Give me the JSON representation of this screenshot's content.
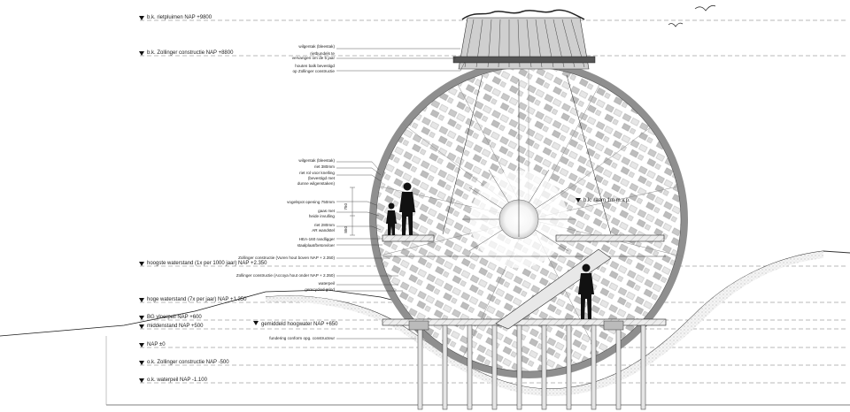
{
  "levels": {
    "rietpluimen": "b.k. rietpluimen NAP +9800",
    "zollinger_top": "b.k. Zollinger constructie NAP +8800",
    "hoogste_waterstand": "hoogste waterstand (1x per 1000 jaar) NAP +2.350",
    "hoge_waterstand": "hoge waterstand (7x per jaar) NAP +1.350",
    "bg_vloerpeil": "BG vloerpeil NAP +600",
    "middenstand": "middenstand NAP +500",
    "gemiddeld_hoogwater": "gemiddeld hoogwater NAP +650",
    "nap_zero": "NAP ±0",
    "zollinger_bottom": "o.k. Zollinger constructie NAP -500",
    "waterpeil": "o.k. waterpeil NAP -1.100",
    "raam": "b.k. raam 1m m.v.p."
  },
  "annotations": {
    "wilgentak_top": "wilgentak (bleestak)",
    "rietbundels_1": "rietbundels te",
    "rietbundels_2": "vervangen om de 5 jaar",
    "balk_1": "houten balk bevestigd",
    "balk_2": "op Zollinger constructie",
    "wilgentak_mid": "wilgentak (bleestak)",
    "riet_380": "riet 380mm",
    "riet_rol_1": "riet rol voor knelling",
    "riet_rol_2": "(bevestigd met",
    "riet_rol_3": "dunne wilgenstaken)",
    "vogelspot": "vogelspot opening 750mm",
    "gaas_1": "gaas met",
    "gaas_2": "heide invulling",
    "riet_280": "riet 280mm",
    "ar_wandstel": "AR wandstel",
    "hea": "HEA-160 randligger",
    "staal": "staalplaat/betonvloer",
    "zollinger_vuren": "Zollinger constructie (Vuren hout boven NAP + 2.350)",
    "zollinger_accoya": "Zollinger constructie (Accoya hout onder NAP + 2.350)",
    "waterpeil_note": "waterpeil",
    "gerecycled": "gerecycled grind",
    "fundering": "fundering conform opg. constructeur",
    "dim_1": "750",
    "dim_2": "850"
  }
}
